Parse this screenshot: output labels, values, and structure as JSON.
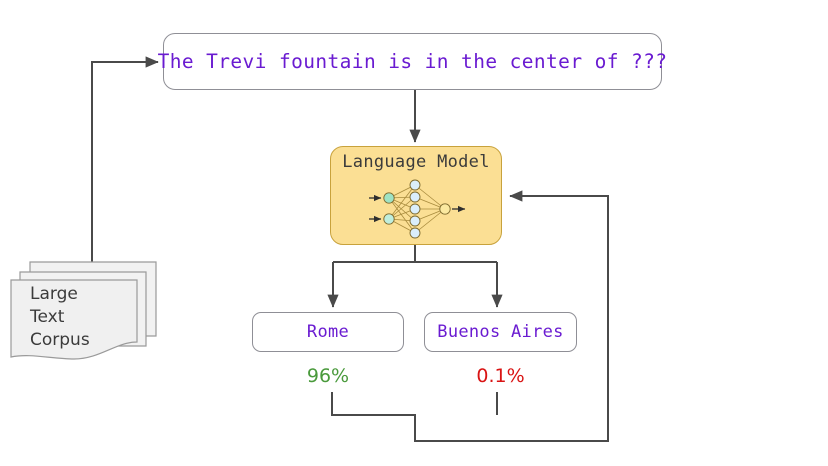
{
  "diagram": {
    "title": "Language model next-token prediction flow",
    "background_color": "#ffffff"
  },
  "prompt": {
    "text": "The Trevi fountain is in the center of ???",
    "text_color": "#6a1bd1",
    "border_color": "#8f8f96",
    "fill_color": "#ffffff"
  },
  "model": {
    "label": "Language Model",
    "label_color": "#3b3b3b",
    "fill_color": "#fbdf94",
    "border_color": "#c8a23c",
    "network": {
      "input_nodes": 2,
      "hidden_nodes": 5,
      "output_nodes": 1,
      "input_color": "#9fe3c4",
      "hidden_color": "#daeefb",
      "output_color": "#fbe9a0",
      "edge_color": "#a88b3d"
    }
  },
  "answers": [
    {
      "label": "Rome",
      "probability": "96%",
      "probability_color": "#4a9a3c",
      "text_color": "#6a1bd1"
    },
    {
      "label": "Buenos Aires",
      "probability": "0.1%",
      "probability_color": "#d91414",
      "text_color": "#6a1bd1"
    }
  ],
  "corpus": {
    "lines": "Large\nText\nCorpus",
    "text_color": "#3b3b3b",
    "fill_color": "#f0f0f0",
    "border_color": "#9a9a9a",
    "sheet_count": 3
  },
  "connectors": {
    "line_color": "#4a4a4a",
    "corpus_to_prompt": "corpus feeds the prompt",
    "prompt_to_model": "prompt enters language model",
    "model_to_answers": "model emits candidate answers",
    "answers_to_model": "probabilities feed back into model"
  }
}
